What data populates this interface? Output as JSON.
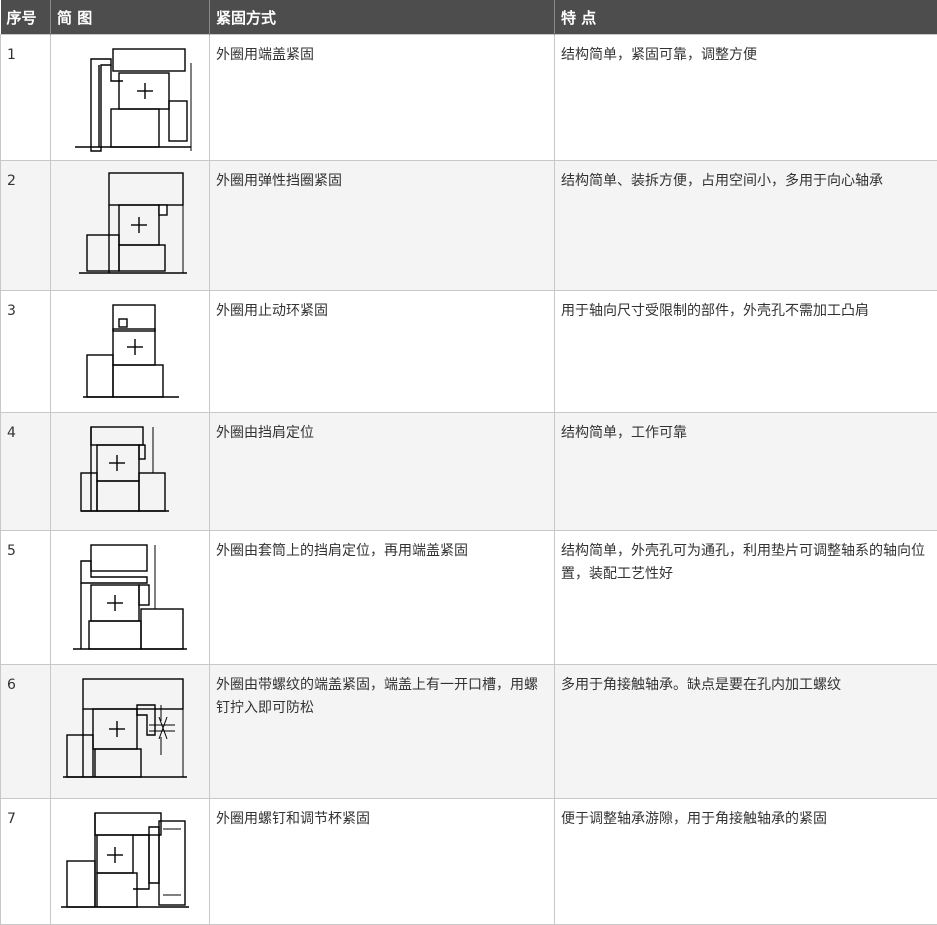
{
  "headers": {
    "index": "序号",
    "diagram": "简 图",
    "method": "紧固方式",
    "feature": "特 点"
  },
  "rows": [
    {
      "index": "1",
      "method": "外圈用端盖紧固",
      "feature": "结构简单，紧固可靠，调整方便",
      "diagram_icon": "bearing-end-cover-diagram"
    },
    {
      "index": "2",
      "method": "外圈用弹性挡圈紧固",
      "feature": "结构简单、装拆方便，占用空间小，多用于向心轴承",
      "diagram_icon": "bearing-snap-ring-diagram"
    },
    {
      "index": "3",
      "method": "外圈用止动环紧固",
      "feature": "用于轴向尺寸受限制的部件，外壳孔不需加工凸肩",
      "diagram_icon": "bearing-stop-ring-diagram"
    },
    {
      "index": "4",
      "method": "外圈由挡肩定位",
      "feature": "结构简单，工作可靠",
      "diagram_icon": "bearing-shoulder-diagram"
    },
    {
      "index": "5",
      "method": "外圈由套筒上的挡肩定位，再用端盖紧固",
      "feature": "结构简单，外壳孔可为通孔，利用垫片可调整轴系的轴向位置，装配工艺性好",
      "diagram_icon": "bearing-sleeve-shoulder-diagram"
    },
    {
      "index": "6",
      "method": "外圈由带螺纹的端盖紧固，端盖上有一开口槽，用螺钉拧入即可防松",
      "feature": "多用于角接触轴承。缺点是要在孔内加工螺纹",
      "diagram_icon": "bearing-threaded-cover-diagram"
    },
    {
      "index": "7",
      "method": "外圈用螺钉和调节杯紧固",
      "feature": "便于调整轴承游隙，用于角接触轴承的紧固",
      "diagram_icon": "bearing-screw-cup-diagram"
    }
  ]
}
